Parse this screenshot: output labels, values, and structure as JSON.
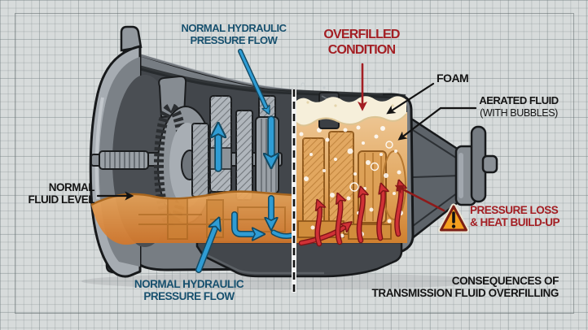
{
  "scene": {
    "description": "Cutaway diagram of an automatic transmission comparing normal hydraulic flow with an overfilled condition"
  },
  "labels": {
    "normal_hydraulic_top": {
      "line1": "NORMAL HYDRAULIC",
      "line2": "PRESSURE FLOW"
    },
    "overfilled_condition": {
      "line1": "OVERFILLED",
      "line2": "CONDITION"
    },
    "foam": {
      "text": "FOAM"
    },
    "aerated_fluid": {
      "line1": "AERATED FLUID",
      "line2": "(WITH BUBBLES)"
    },
    "normal_fluid_level": {
      "line1": "NORMAL",
      "line2": "FLUID LEVEL"
    },
    "pressure_loss": {
      "line1": "PRESSURE LOSS",
      "line2": "& HEAT BUILD-UP"
    },
    "normal_hydraulic_bottom": {
      "line1": "NORMAL HYDRAULIC",
      "line2": "PRESSURE FLOW"
    },
    "consequences": {
      "line1": "CONSEQUENCES OF",
      "line2": "TRANSMISSION FLUID OVERFILLING"
    }
  },
  "icons": {
    "warning": "warning-triangle-icon"
  },
  "colors": {
    "label_blue": "#17506e",
    "label_red": "#a31e23",
    "label_black": "#141414",
    "arrow_blue": "#2f9cd4",
    "arrow_red": "#d03136",
    "fluid_orange": "#dd8f3e",
    "aerated_orange": "#e7b878",
    "foam_cream": "#f6efda",
    "warning_orange": "#f5a01e",
    "background_gray": "#d7dbdb"
  }
}
